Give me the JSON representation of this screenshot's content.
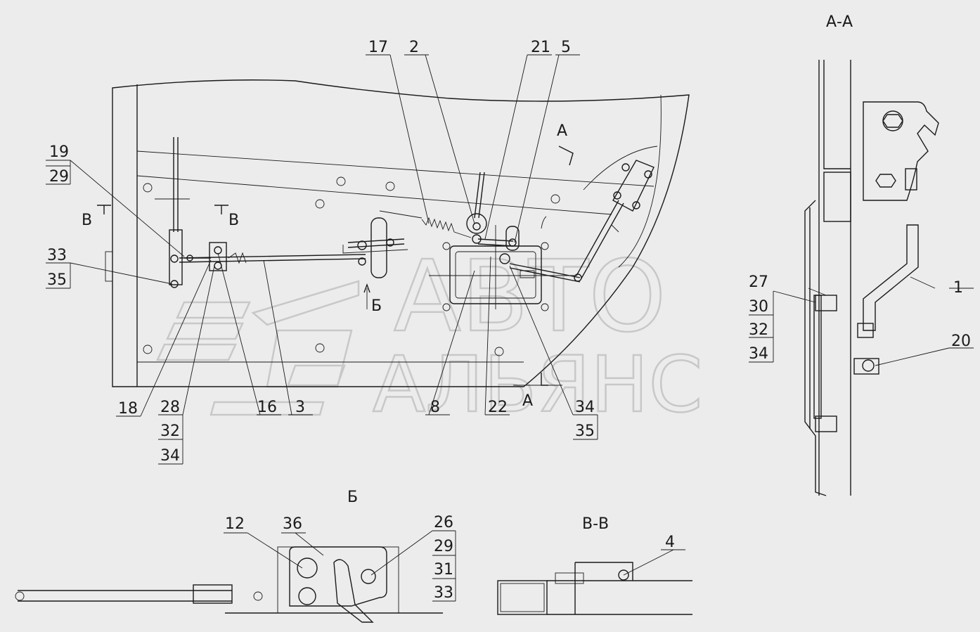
{
  "watermark": {
    "line1": "АВТО",
    "line2": "АЛЬЯНС"
  },
  "views": {
    "section_aa": "А-А",
    "view_b": "Б",
    "section_vv": "В-В"
  },
  "markers": {
    "a": "А",
    "a2": "А",
    "b": "Б",
    "v_left": "В",
    "v_right": "В"
  },
  "callouts": {
    "c17": "17",
    "c2": "2",
    "c21": "21",
    "c5": "5",
    "c19": "19",
    "c29": "29",
    "c33": "33",
    "c35": "35",
    "c18": "18",
    "c28": "28",
    "c32": "32",
    "c34": "34",
    "c16": "16",
    "c3": "3",
    "c8": "8",
    "c22": "22",
    "c34b": "34",
    "c35b": "35",
    "c27": "27",
    "c30": "30",
    "c32b": "32",
    "c34c": "34",
    "c1": "1",
    "c20": "20",
    "c12": "12",
    "c36": "36",
    "c26": "26",
    "c29b": "29",
    "c31": "31",
    "c33b": "33",
    "c4": "4"
  }
}
